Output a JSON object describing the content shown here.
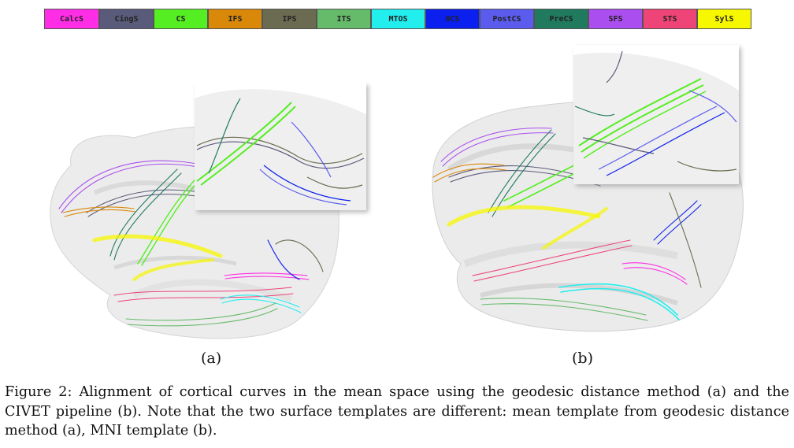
{
  "legend": [
    {
      "label": "CalcS",
      "color": "#ff2ee6"
    },
    {
      "label": "CingS",
      "color": "#5a5a7a"
    },
    {
      "label": "CS",
      "color": "#55ee22"
    },
    {
      "label": "IFS",
      "color": "#d9880a"
    },
    {
      "label": "IPS",
      "color": "#6b6b52"
    },
    {
      "label": "ITS",
      "color": "#66bb6a"
    },
    {
      "label": "MTOS",
      "color": "#22eeee"
    },
    {
      "label": "OCS",
      "color": "#0b1fee"
    },
    {
      "label": "PostCS",
      "color": "#5b5bee"
    },
    {
      "label": "PreCS",
      "color": "#1f7a5e"
    },
    {
      "label": "SFS",
      "color": "#aa4ef0"
    },
    {
      "label": "STS",
      "color": "#ee4477"
    },
    {
      "label": "SylS",
      "color": "#f7f700"
    }
  ],
  "panels": {
    "a": {
      "label": "(a)"
    },
    "b": {
      "label": "(b)"
    }
  },
  "caption": "Figure 2: Alignment of cortical curves in the mean space using the geodesic distance method (a) and the CIVET pipeline (b). Note that the two surface templates are different: mean template from geodesic distance method (a), MNI template (b)."
}
